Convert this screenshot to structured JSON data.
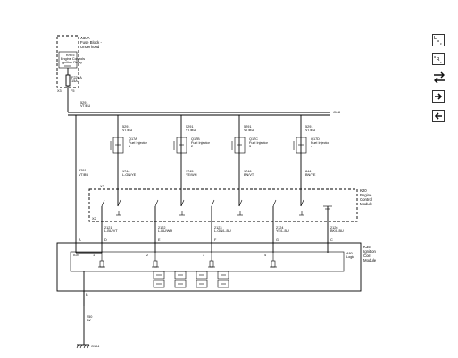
{
  "fuse_block": {
    "name": "X50A",
    "desc": [
      "Fuse Block -",
      "Underhood"
    ],
    "relay_name": "KR75",
    "relay_desc": [
      "Engine Controls",
      "Ignition Relay"
    ],
    "fuse_name": "F22UA",
    "fuse_rating": "15A",
    "conn": "X3",
    "pin": "F5"
  },
  "feed": {
    "circuit": "5291",
    "color": "VT/BU",
    "splice": "J118"
  },
  "injectors": [
    {
      "name": "Q17A",
      "desc": "Fuel Injector",
      "num": "1",
      "feed_circuit": "5291",
      "feed_color": "VT/BU",
      "out_circuit": "1744",
      "out_color": "L-GN/YE"
    },
    {
      "name": "Q17B",
      "desc": "Fuel Injector",
      "num": "2",
      "feed_circuit": "5291",
      "feed_color": "VT/BU",
      "out_circuit": "1745",
      "out_color": "YE/WH"
    },
    {
      "name": "Q17C",
      "desc": "Fuel Injector",
      "num": "3",
      "feed_circuit": "5291",
      "feed_color": "VT/BU",
      "out_circuit": "1746",
      "out_color": "BN/VT"
    },
    {
      "name": "Q17D",
      "desc": "Fuel Injector",
      "num": "4",
      "feed_circuit": "5291",
      "feed_color": "VT/BU",
      "out_circuit": "844",
      "out_color": "BN/YE"
    }
  ],
  "ecm": {
    "name": "K20",
    "desc": [
      "Engine",
      "Control",
      "Module"
    ],
    "conn_top": "X2",
    "conn_bottom": "X2"
  },
  "left_feed": {
    "circuit": "5291",
    "color": "VT/BU"
  },
  "ecm_outputs": [
    {
      "circuit": "2121",
      "color": "L-BU/VT",
      "ign_pin": "D"
    },
    {
      "circuit": "2122",
      "color": "L-BU/WH",
      "ign_pin": "E"
    },
    {
      "circuit": "2123",
      "color": "L-GN/L-BU",
      "ign_pin": "F"
    },
    {
      "circuit": "2124",
      "color": "YE/L-BU",
      "ign_pin": "G"
    },
    {
      "circuit": "2126",
      "color": "BK/L-BU",
      "ign_pin": "C"
    }
  ],
  "ign_module": {
    "name": "K35",
    "desc": [
      "Ignition",
      "Coil",
      "Module"
    ],
    "logic": "A80",
    "logic_label": "Logic",
    "ign_label": "IGN",
    "feed_pin": "A",
    "ground_pin": "B",
    "driver_nums": [
      "1",
      "2",
      "3",
      "4"
    ]
  },
  "ground": {
    "circuit": "250",
    "color": "BK",
    "name": "G104"
  },
  "toolbar": {
    "btn1": "L",
    "btn2": "R"
  }
}
